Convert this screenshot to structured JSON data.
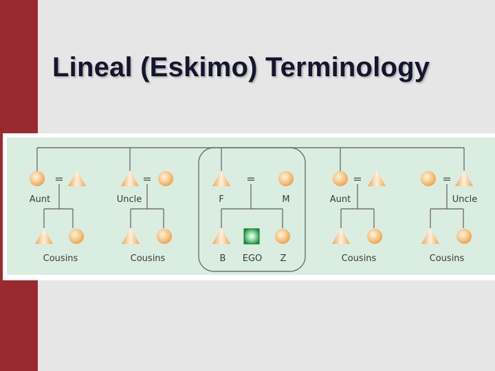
{
  "slide": {
    "title": "Lineal (Eskimo) Terminology"
  },
  "diagram": {
    "equals_sign": "=",
    "labels": {
      "aunt_left": "Aunt",
      "uncle_left": "Uncle",
      "father": "F",
      "mother": "M",
      "aunt_right": "Aunt",
      "uncle_right": "Uncle",
      "cousins_1": "Cousins",
      "cousins_2": "Cousins",
      "brother": "B",
      "ego": "EGO",
      "sister": "Z",
      "cousins_3": "Cousins",
      "cousins_4": "Cousins"
    },
    "colors": {
      "slide_background": "#e6e6e6",
      "accent_bar": "#9b2a2f",
      "diagram_background": "#d9ede0",
      "symbol_fill": "#f5b56a",
      "ego_fill": "#1e9a45",
      "lines": "#707070"
    }
  }
}
